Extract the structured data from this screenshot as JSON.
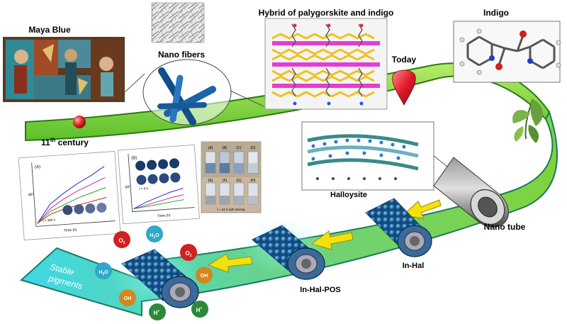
{
  "labels": {
    "maya_blue": "Maya Blue",
    "nano_fibers": "Nano fibers",
    "hybrid": "Hybrid of palygorskite and indigo",
    "indigo": "Indigo",
    "today": "Today",
    "century_base": "11",
    "century_sup": "th",
    "century_rest": " century",
    "halloysite": "Halloysite",
    "nano_tube": "Nano tube",
    "in_hal": "In-Hal",
    "in_hal_pos": "In-Hal-POS",
    "stable_line1": "Stable",
    "stable_line2": "pigments"
  },
  "chart_a": {
    "panel": "(A)",
    "xlabel": "Time (h)",
    "ylabel": "ΔE*",
    "note": "t = 360 h"
  },
  "chart_b": {
    "panel": "(B)",
    "xlabel": "Time (h)",
    "ylabel": "ΔE*",
    "note": "t = 0 h"
  },
  "vials": {
    "top_labels": [
      "(A)",
      "(B)",
      "(C)",
      "(D)"
    ],
    "bottom_labels": [
      "(E)",
      "(F)",
      "(G)",
      "(H)"
    ],
    "caption": "t = 24 h with stirring"
  },
  "molecules": [
    {
      "base": "O",
      "sub": "2",
      "sup": "",
      "color": "#d02020"
    },
    {
      "base": "H",
      "sub": "2",
      "sup": "",
      "tail": "O",
      "color": "#30a8c8"
    },
    {
      "base": "O",
      "sub": "2",
      "sup": "",
      "color": "#d02020"
    },
    {
      "base": "H",
      "sub": "2",
      "sup": "",
      "tail": "O",
      "color": "#30a8c8"
    },
    {
      "base": "OH",
      "sub": "",
      "sup": "",
      "color": "#d08820"
    },
    {
      "base": "OH",
      "sub": "",
      "sup": "",
      "color": "#d08820"
    },
    {
      "base": "H",
      "sub": "",
      "sup": "+",
      "color": "#2a8a3a"
    },
    {
      "base": "H",
      "sub": "",
      "sup": "+",
      "color": "#2a8a3a"
    }
  ],
  "colors": {
    "path_green": "#7fd33a",
    "path_cyan": "#3fd8e8",
    "tube_blue": "#1f6fb0",
    "arrow_yellow": "#f2e10a",
    "marker_red": "#e21a2a"
  }
}
